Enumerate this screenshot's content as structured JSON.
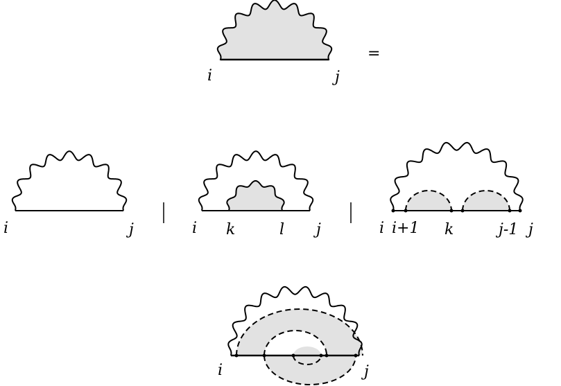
{
  "equation": {
    "lhs_labels": {
      "i": "i",
      "j": "j"
    },
    "equals": "=",
    "separator": "|",
    "alt1_labels": {
      "i": "i",
      "j": "j"
    },
    "alt2_labels": {
      "i": "i",
      "k": "k",
      "l": "l",
      "j": "j"
    },
    "alt3_labels": {
      "i": "i",
      "i_plus_1": "i+1",
      "k": "k",
      "j_minus_1": "j-1",
      "j": "j"
    },
    "alt4_labels": {
      "i": "i",
      "j": "j"
    }
  },
  "colors": {
    "fill": "#e2e2e2",
    "stroke": "#000000",
    "background": "#ffffff"
  }
}
